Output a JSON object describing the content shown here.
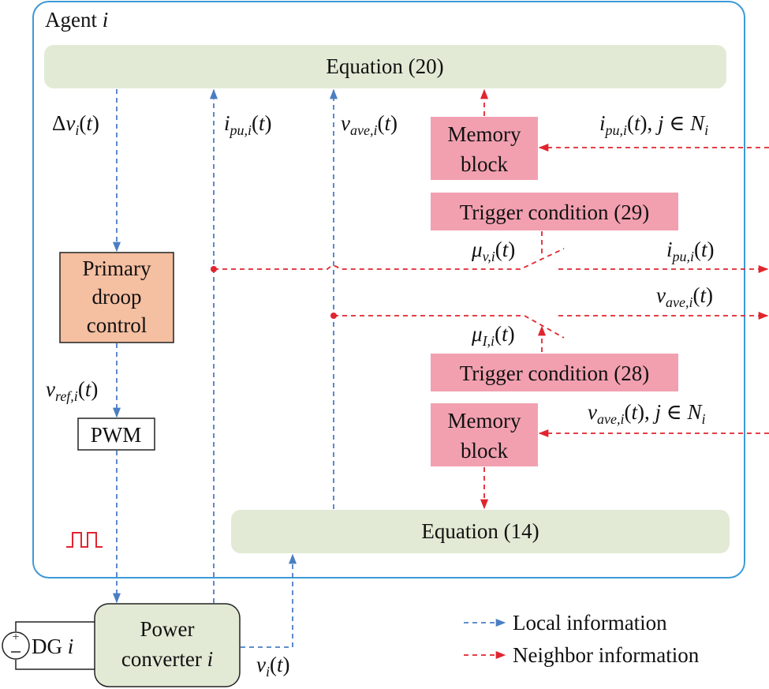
{
  "colors": {
    "agent_border": "#3d9ad6",
    "equation_fill": "#e2ead5",
    "memory_fill": "#f2a0b0",
    "trigger_fill": "#f2a0b0",
    "droop_fill": "#f5bfa1",
    "converter_fill": "#e2ead5",
    "local_line": "#4a7ec2",
    "neighbor_line": "#e0252f"
  },
  "agent": {
    "title_prefix": "Agent ",
    "title_var": "i"
  },
  "equation_top": "Equation (20)",
  "equation_bottom": "Equation (14)",
  "memory_top": {
    "line1": "Memory",
    "line2": "block"
  },
  "memory_bottom": {
    "line1": "Memory",
    "line2": "block"
  },
  "trigger_top": "Trigger condition (29)",
  "trigger_bottom": "Trigger condition (28)",
  "droop": {
    "line1": "Primary",
    "line2": "droop",
    "line3": "control"
  },
  "pwm": "PWM",
  "converter": {
    "line1": "Power",
    "line2": "converter ",
    "var": "i"
  },
  "dg": {
    "prefix": "DG ",
    "var": "i"
  },
  "labels": {
    "delta_v": "Δv_i(t)",
    "i_pu_local": "i_pu,i(t)",
    "v_ave_local": "v_ave,i(t)",
    "i_pu_neighbors": "i_pu,i(t), j ∈ N_i",
    "mu_v": "μ_v,i(t)",
    "i_pu_out": "i_pu,i(t)",
    "v_ave_out": "v_ave,i(t)",
    "mu_I": "μ_I,i(t)",
    "v_ave_neighbors": "v_ave,i(t), j ∈ N_i",
    "v_ref": "v_ref,i(t)",
    "v_i": "v_i(t)"
  },
  "legend": {
    "local": "Local information",
    "neighbor": "Neighbor information"
  }
}
